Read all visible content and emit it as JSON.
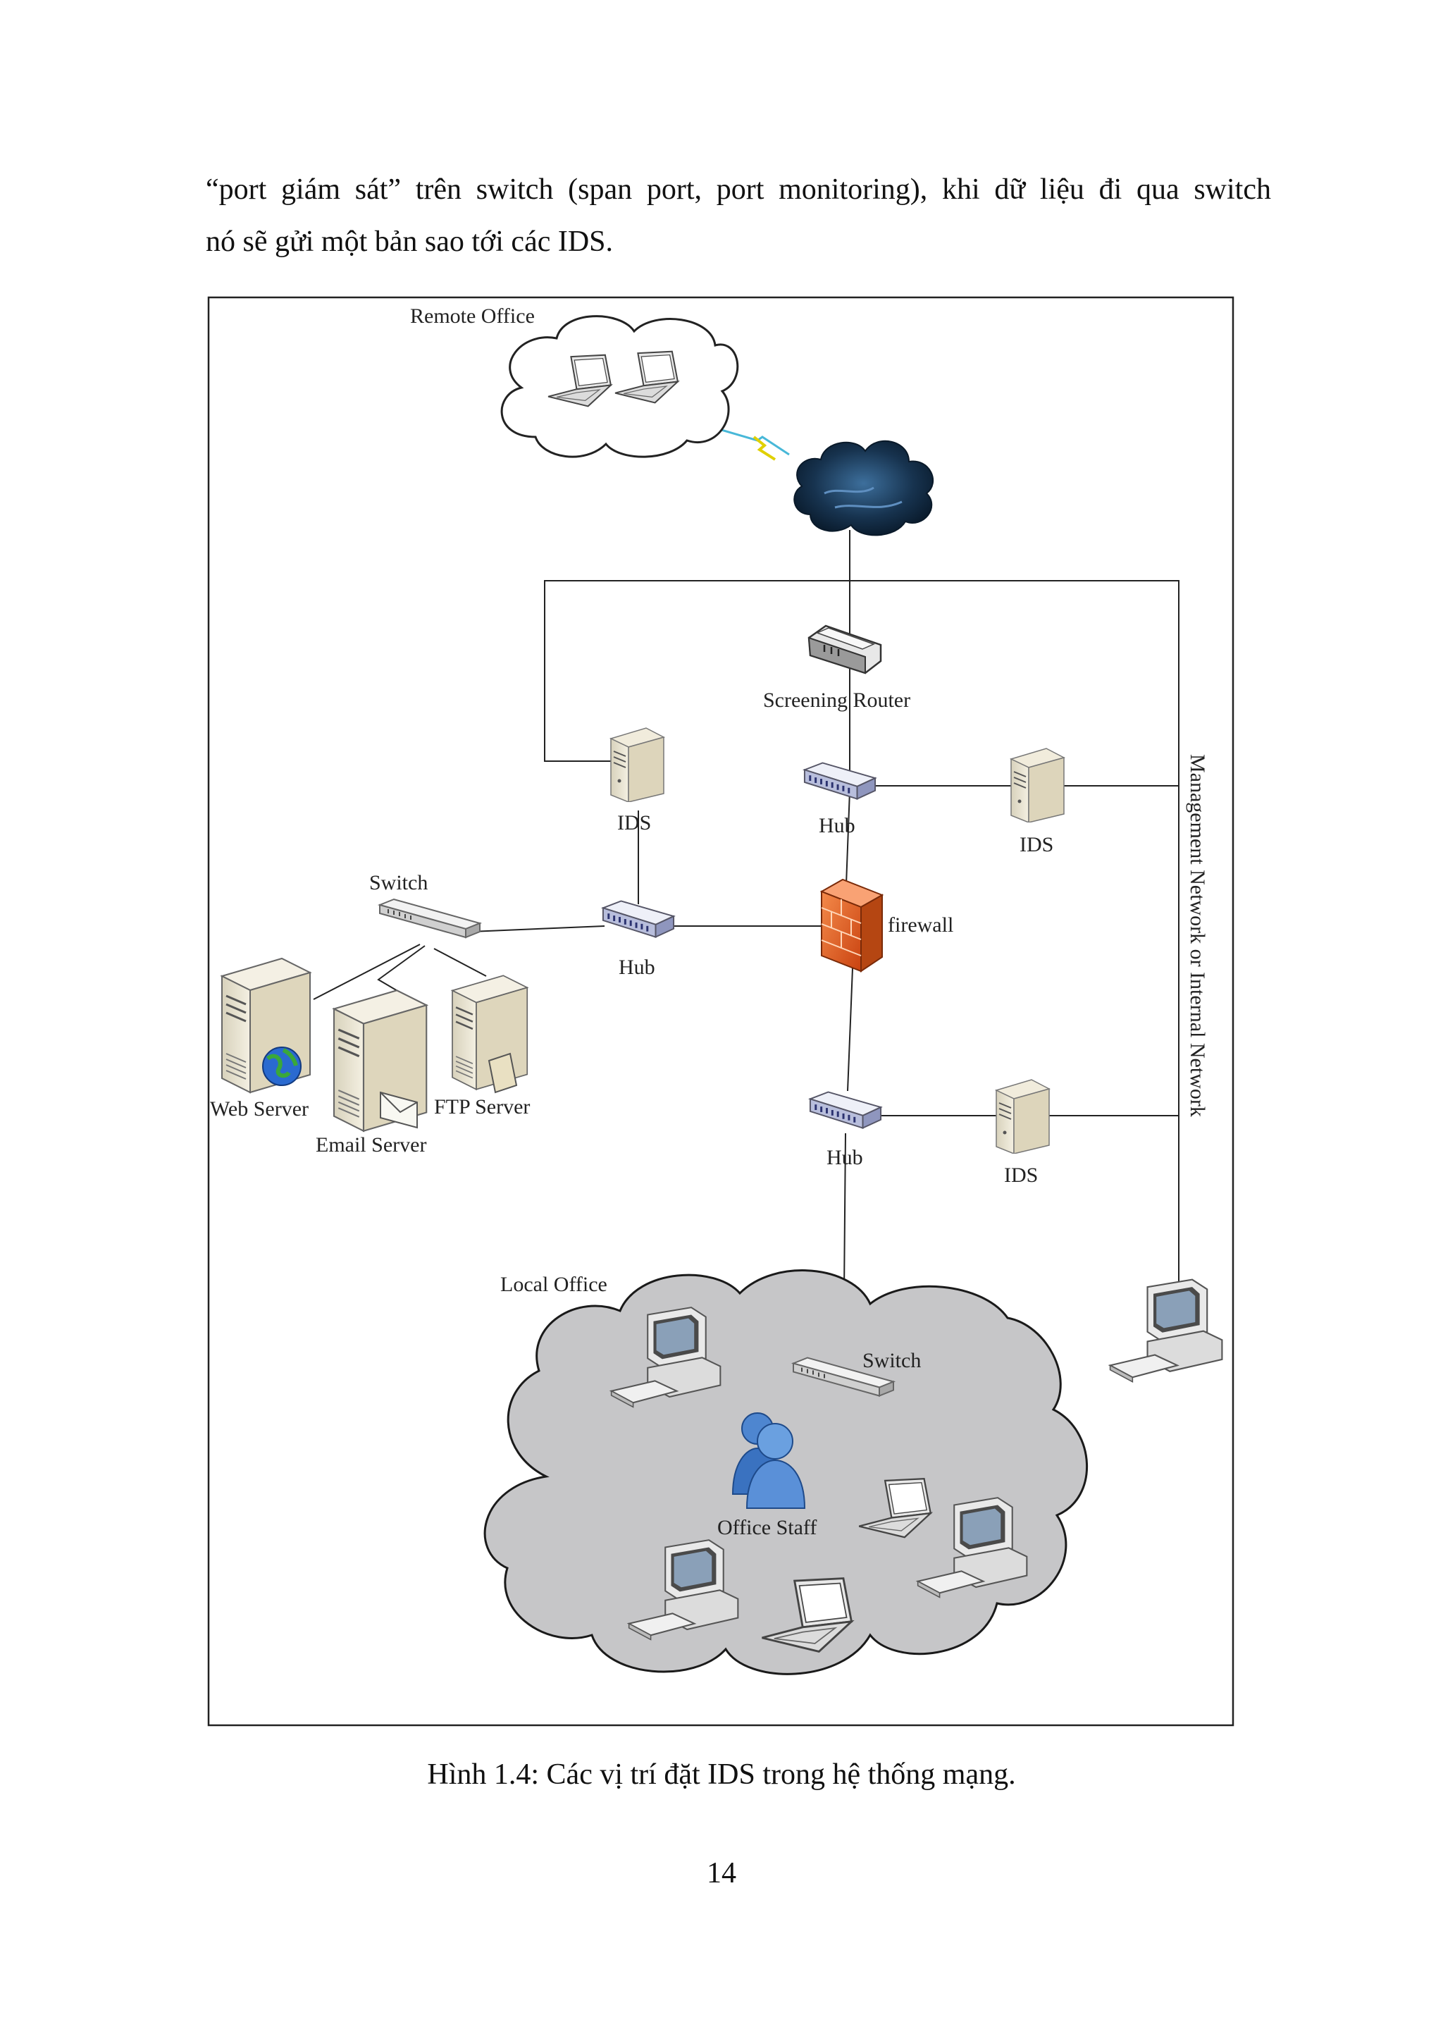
{
  "paragraph": {
    "line1": "“port giám sát” trên switch (span port, port monitoring), khi dữ liệu đi qua switch",
    "line2": "nó sẽ gửi một bản sao tới các IDS."
  },
  "diagram": {
    "remote_office": "Remote Office",
    "screening_router": "Screening Router",
    "ids_left": "IDS",
    "hub_top": "Hub",
    "ids_right_top": "IDS",
    "switch_servers": "Switch",
    "hub_middle": "Hub",
    "firewall": "firewall",
    "web_server": "Web Server",
    "ftp_server": "FTP Server",
    "email_server": "Email Server",
    "hub_bottom": "Hub",
    "ids_right_bottom": "IDS",
    "management_network": "Management Network or Internal Network",
    "local_office": "Local Office",
    "switch_local": "Switch",
    "office_staff": "Office Staff"
  },
  "caption": "Hình 1.4: Các vị trí đặt IDS trong hệ thống mạng.",
  "page_number": "14"
}
